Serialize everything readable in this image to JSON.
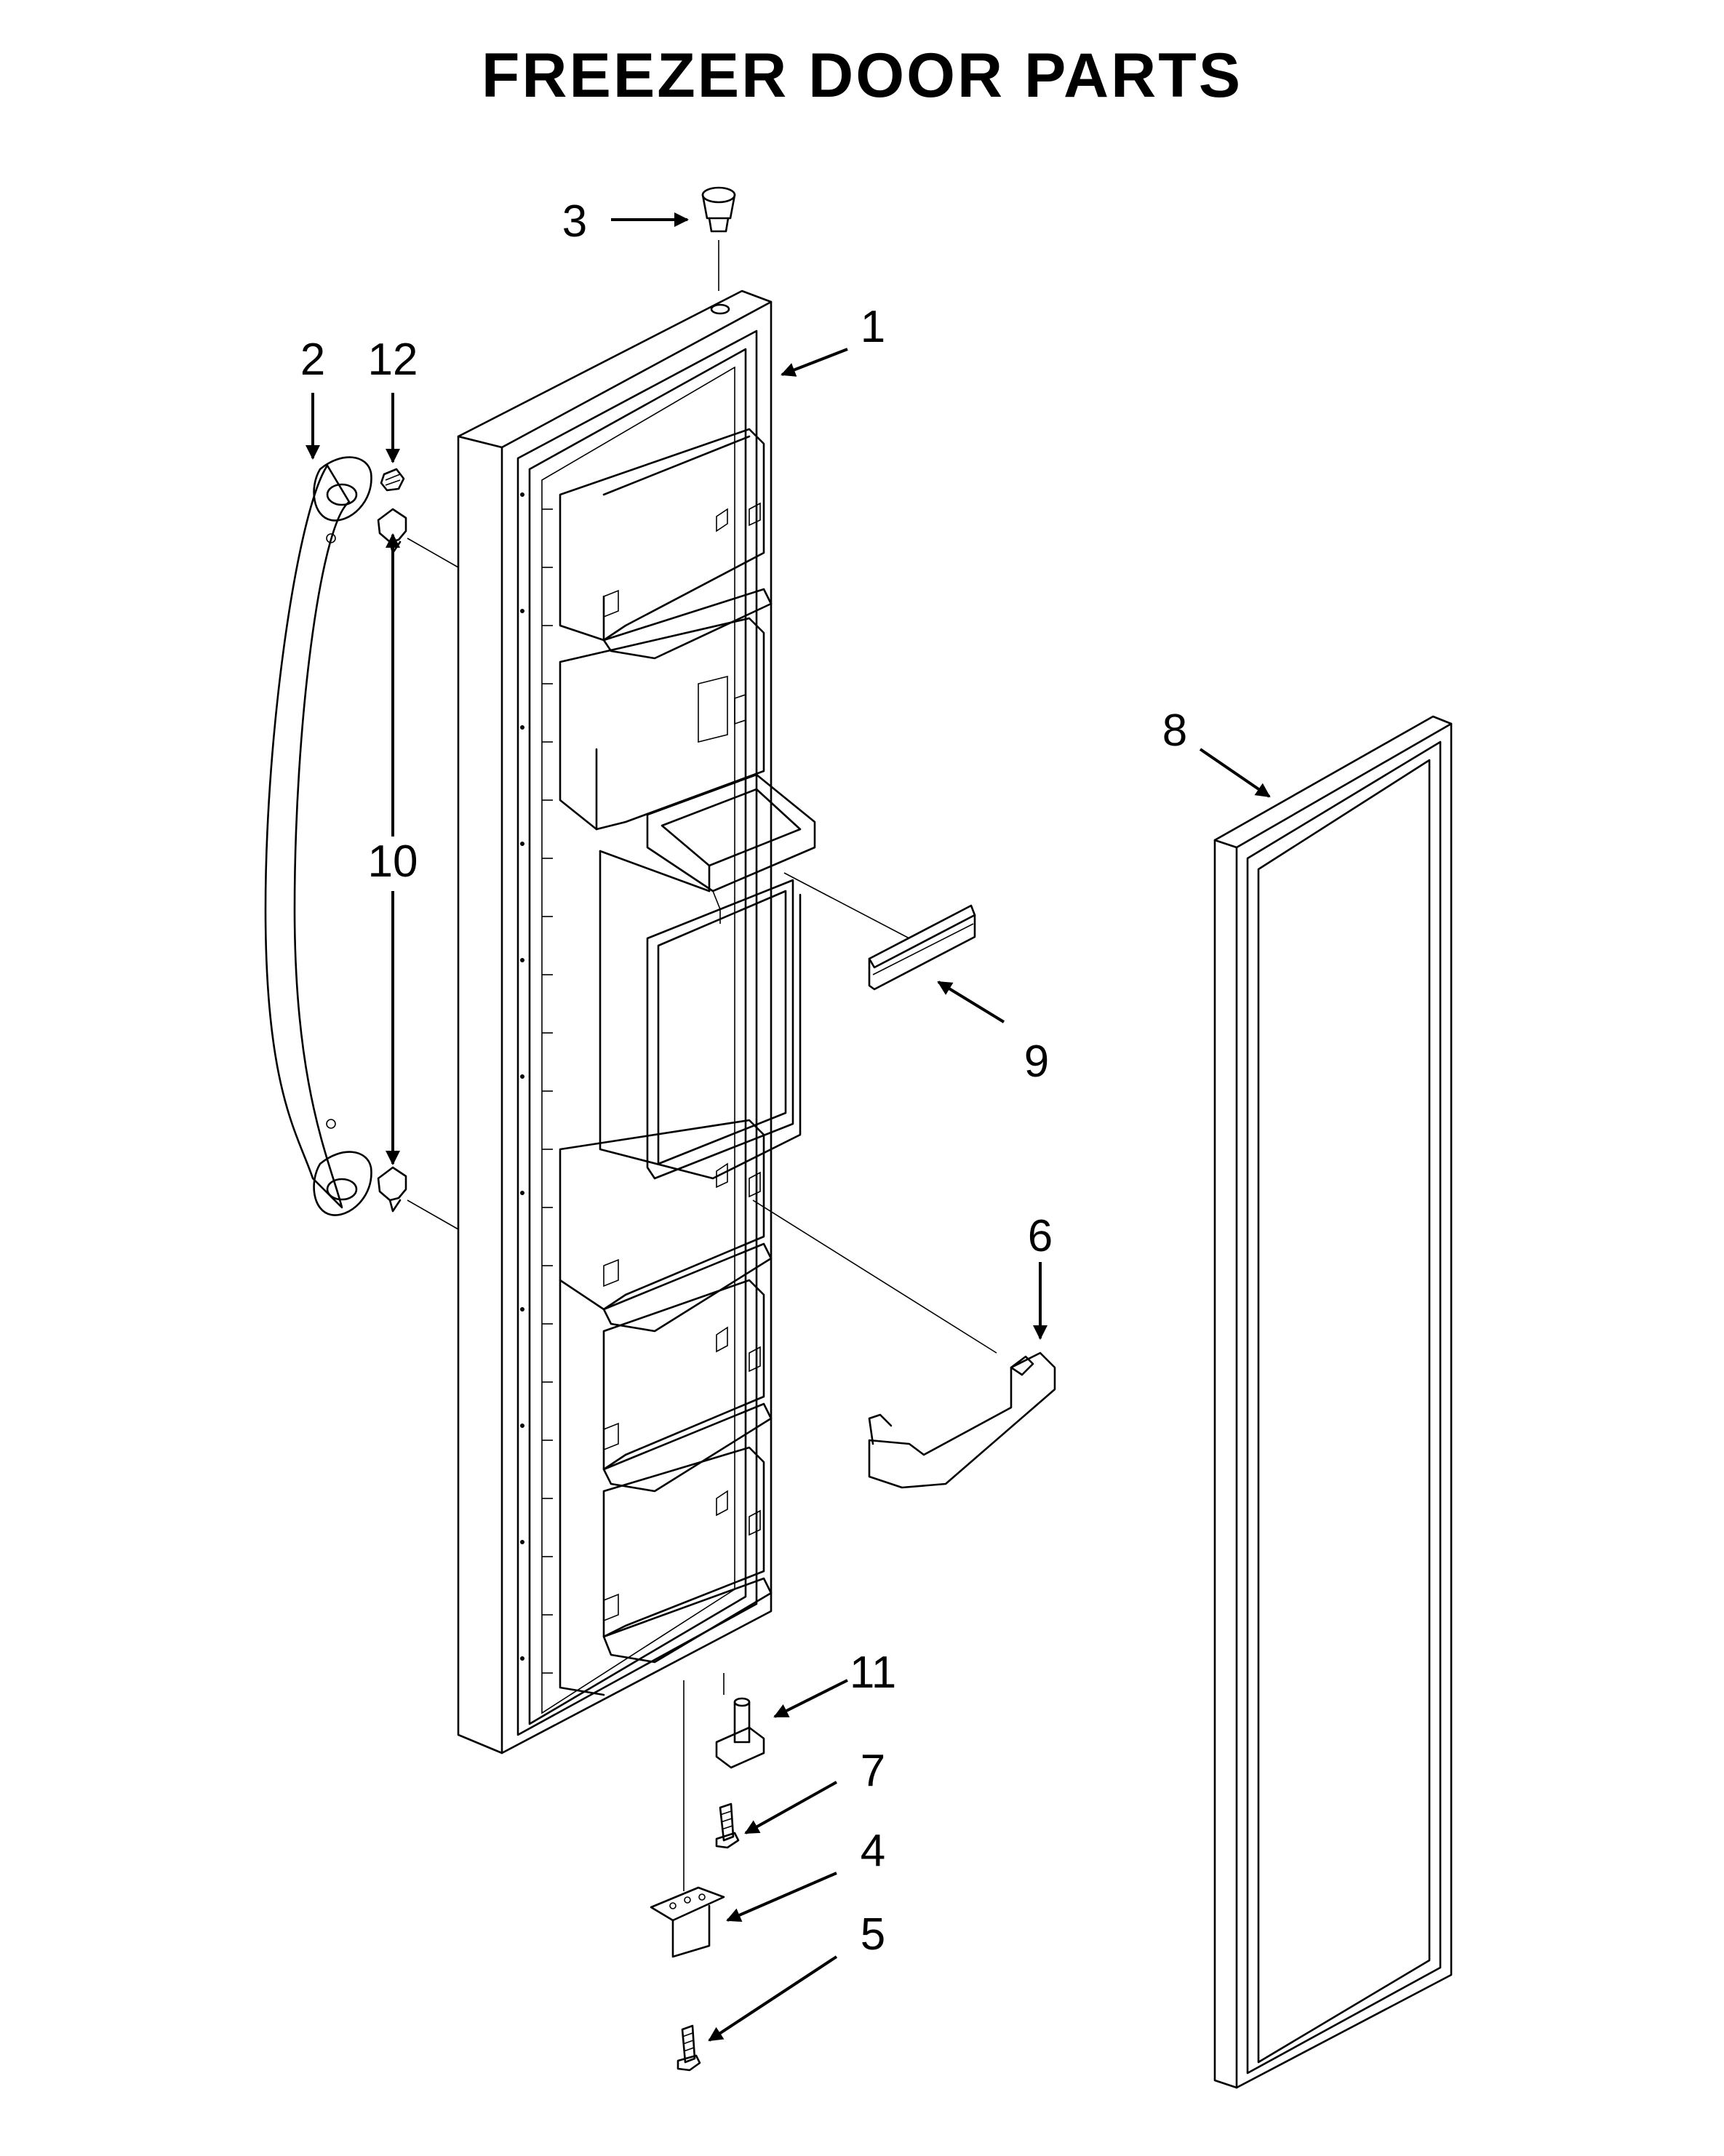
{
  "title": "FREEZER DOOR PARTS",
  "callouts": [
    {
      "id": 1,
      "label": "1",
      "part": "freezer-door"
    },
    {
      "id": 2,
      "label": "2",
      "part": "door-handle"
    },
    {
      "id": 3,
      "label": "3",
      "part": "top-hinge-bushing"
    },
    {
      "id": 4,
      "label": "4",
      "part": "bottom-hinge"
    },
    {
      "id": 5,
      "label": "5",
      "part": "hinge-screw"
    },
    {
      "id": 6,
      "label": "6",
      "part": "door-bin"
    },
    {
      "id": 7,
      "label": "7",
      "part": "hinge-pin-screw"
    },
    {
      "id": 8,
      "label": "8",
      "part": "door-gasket"
    },
    {
      "id": 9,
      "label": "9",
      "part": "dispenser-trim"
    },
    {
      "id": 10,
      "label": "10",
      "part": "handle-mounting-studs"
    },
    {
      "id": 11,
      "label": "11",
      "part": "hinge-pin"
    },
    {
      "id": 12,
      "label": "12",
      "part": "handle-set-screw"
    }
  ]
}
